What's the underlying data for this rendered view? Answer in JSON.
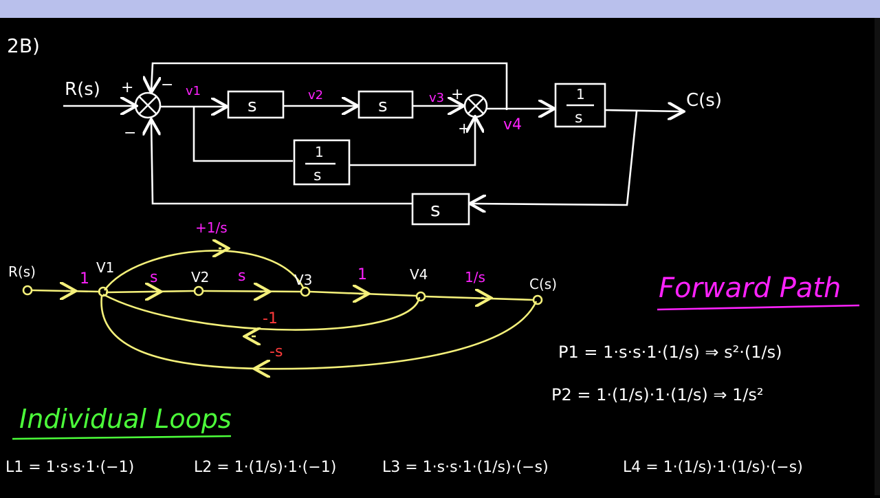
{
  "problem_number": "2B)",
  "colors": {
    "white": "#ffffff",
    "magenta": "#ff22ff",
    "yellow": "#f4f07a",
    "green": "#4cff3a",
    "red": "#ff3b3b",
    "topbar": "#b9c0ec"
  },
  "block_diagram": {
    "input": "R(s)",
    "output": "C(s)",
    "sum1_signs": {
      "left": "+",
      "top": "−",
      "bottom": "−"
    },
    "sum2_signs": {
      "left": "+",
      "bottom": "+"
    },
    "signals": {
      "v1": "v1",
      "v2": "v2",
      "v3": "v3",
      "v4": "v4"
    },
    "blocks": {
      "g1": "s",
      "g2": "s",
      "g3_num": "1",
      "g3_den": "s",
      "g4_num": "1",
      "g4_den": "s",
      "h1": "s"
    }
  },
  "signal_flow_graph": {
    "nodes": {
      "r": "R(s)",
      "v1": "V1",
      "v2": "V2",
      "v3": "V3",
      "v4": "V4",
      "c": "C(s)"
    },
    "gains": {
      "r_v1": "1",
      "v1_v2": "s",
      "v2_v3": "s",
      "v3_v4": "1",
      "v4_c": "1/s",
      "skip": "+1/s",
      "loop_v4_v1": "-1",
      "loop_c_v1": "-s"
    }
  },
  "forward_path": {
    "heading": "Forward Path",
    "p1": "P1 = 1·s·s·1·(1/s) ⇒ s²·(1/s)",
    "p2": "P2 = 1·(1/s)·1·(1/s) ⇒ 1/s²"
  },
  "individual_loops": {
    "heading": "Individual Loops",
    "l1": "L1 = 1·s·s·1·(−1)",
    "l2": "L2 = 1·(1/s)·1·(−1)",
    "l3": "L3 = 1·s·s·1·(1/s)·(−s)",
    "l4": "L4 = 1·(1/s)·1·(1/s)·(−s)"
  }
}
